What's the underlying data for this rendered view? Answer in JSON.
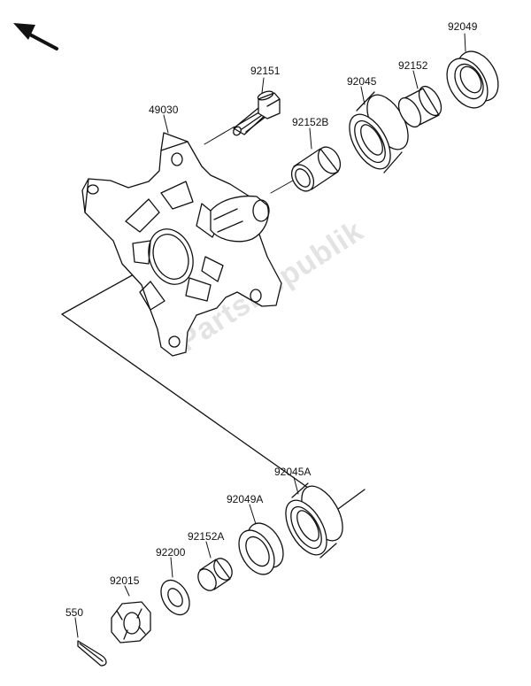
{
  "labels": {
    "p49030": "49030",
    "p92151": "92151",
    "p92045": "92045",
    "p92152": "92152",
    "p92049": "92049",
    "p92152B": "92152B",
    "p92045A": "92045A",
    "p92049A": "92049A",
    "p92152A": "92152A",
    "p92200": "92200",
    "p92015": "92015",
    "p550": "550"
  },
  "watermark": "PartsRepublik",
  "colors": {
    "line": "#111111",
    "watermark": "#e3e3e3",
    "background": "#ffffff"
  },
  "icons": {
    "direction_arrow": "arrow-up-left-icon"
  }
}
